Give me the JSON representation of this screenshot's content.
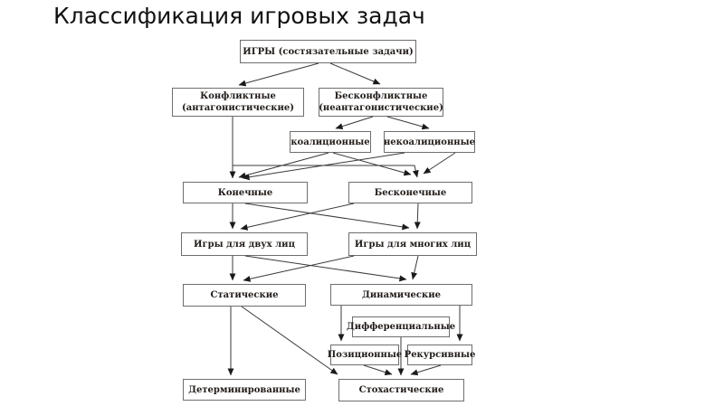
{
  "title": "Классификация игровых задач",
  "colors": {
    "background": "#ffffff",
    "title_text": "#111111",
    "box_border": "#6e6e6e",
    "box_text": "#221d1a",
    "arrow": "#3a3a3a",
    "arrowhead": "#1a1a1a"
  },
  "diagram": {
    "type": "flowchart",
    "nodes": {
      "games": {
        "label": "ИГРЫ (состязательные задачи)"
      },
      "conflict": {
        "label": "Конфликтные (антагонистические)"
      },
      "nonconflict": {
        "label": "Бесконфликтные (неантагонистические)"
      },
      "coalition": {
        "label": "коалиционные"
      },
      "noncoalition": {
        "label": "некоалиционные"
      },
      "finite": {
        "label": "Конечные"
      },
      "infinite": {
        "label": "Бесконечные"
      },
      "two_person": {
        "label": "Игры для двух лиц"
      },
      "n_person": {
        "label": "Игры для многих лиц"
      },
      "static": {
        "label": "Статические"
      },
      "dynamic": {
        "label": "Динамические"
      },
      "differential": {
        "label": "Дифференциальные"
      },
      "positional": {
        "label": "Позиционные"
      },
      "recursive": {
        "label": "Рекурсивные"
      },
      "deterministic": {
        "label": "Детерминированные"
      },
      "stochastic": {
        "label": "Стохастические"
      }
    },
    "edges": [
      {
        "from": "games",
        "to": "conflict"
      },
      {
        "from": "games",
        "to": "nonconflict"
      },
      {
        "from": "nonconflict",
        "to": "coalition"
      },
      {
        "from": "nonconflict",
        "to": "noncoalition"
      },
      {
        "from": "conflict",
        "to": "finite"
      },
      {
        "from": "conflict",
        "to": "infinite"
      },
      {
        "from": "coalition",
        "to": "finite"
      },
      {
        "from": "coalition",
        "to": "infinite"
      },
      {
        "from": "noncoalition",
        "to": "finite"
      },
      {
        "from": "noncoalition",
        "to": "infinite"
      },
      {
        "from": "finite",
        "to": "two_person"
      },
      {
        "from": "finite",
        "to": "n_person"
      },
      {
        "from": "infinite",
        "to": "two_person"
      },
      {
        "from": "infinite",
        "to": "n_person"
      },
      {
        "from": "two_person",
        "to": "static"
      },
      {
        "from": "two_person",
        "to": "dynamic"
      },
      {
        "from": "n_person",
        "to": "static"
      },
      {
        "from": "n_person",
        "to": "dynamic"
      },
      {
        "from": "static",
        "to": "deterministic"
      },
      {
        "from": "static",
        "to": "stochastic"
      },
      {
        "from": "dynamic",
        "to": "positional"
      },
      {
        "from": "dynamic",
        "to": "recursive"
      },
      {
        "from": "differential",
        "to": "stochastic"
      },
      {
        "from": "positional",
        "to": "stochastic"
      },
      {
        "from": "recursive",
        "to": "stochastic"
      }
    ]
  }
}
